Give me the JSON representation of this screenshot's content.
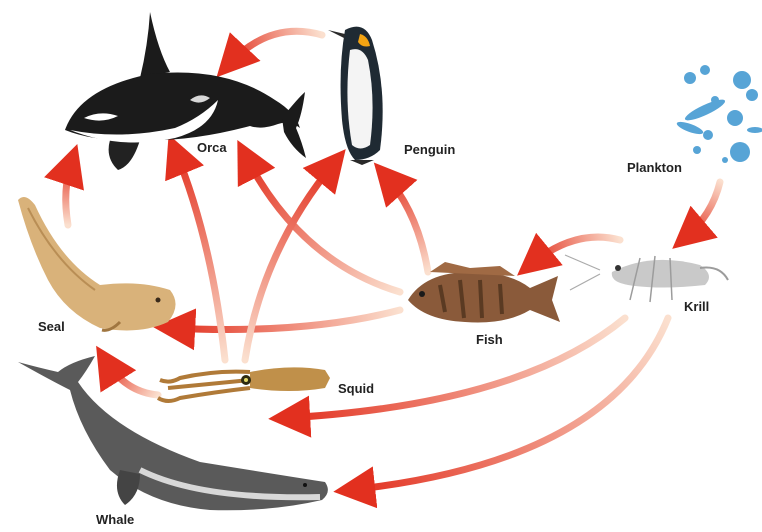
{
  "organisms": {
    "orca": "Orca",
    "penguin": "Penguin",
    "plankton": "Plankton",
    "seal": "Seal",
    "fish": "Fish",
    "krill": "Krill",
    "squid": "Squid",
    "whale": "Whale"
  },
  "links": [
    {
      "from": "Plankton",
      "to": "Krill"
    },
    {
      "from": "Krill",
      "to": "Fish"
    },
    {
      "from": "Krill",
      "to": "Squid"
    },
    {
      "from": "Krill",
      "to": "Whale"
    },
    {
      "from": "Fish",
      "to": "Orca"
    },
    {
      "from": "Fish",
      "to": "Penguin"
    },
    {
      "from": "Fish",
      "to": "Seal"
    },
    {
      "from": "Squid",
      "to": "Seal"
    },
    {
      "from": "Squid",
      "to": "Orca"
    },
    {
      "from": "Squid",
      "to": "Penguin"
    },
    {
      "from": "Penguin",
      "to": "Orca"
    },
    {
      "from": "Seal",
      "to": "Orca"
    }
  ],
  "colors": {
    "arrow": "#e2301f",
    "arrow_fade": "#fbe0cf",
    "orca": "#1b1b1b",
    "seal": "#d9b27a",
    "fish": "#8a5a3a",
    "krill": "#c9c9c9",
    "plankton": "#57a4d6",
    "squid": "#c0904a",
    "whale": "#5a5a5a"
  }
}
